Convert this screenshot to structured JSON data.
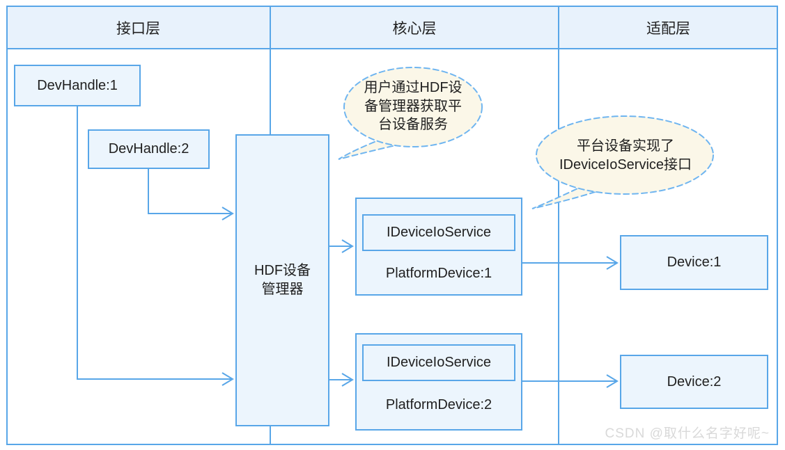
{
  "headers": [
    {
      "label": "接口层"
    },
    {
      "label": "核心层"
    },
    {
      "label": "适配层"
    }
  ],
  "boxes": {
    "dev_handle_1": "DevHandle:1",
    "dev_handle_2": "DevHandle:2",
    "hdf_manager": {
      "line1": "HDF设备",
      "line2": "管理器"
    },
    "platform_device_1": {
      "interface": "IDeviceIoService",
      "label": "PlatformDevice:1"
    },
    "platform_device_2": {
      "interface": "IDeviceIoService",
      "label": "PlatformDevice:2"
    },
    "device_1": "Device:1",
    "device_2": "Device:2"
  },
  "callouts": {
    "callout_1": {
      "lines": [
        "用户通过HDF设",
        "备管理器获取平",
        "台设备服务"
      ]
    },
    "callout_2": {
      "lines": [
        "平台设备实现了",
        "IDeviceIoService接口"
      ]
    }
  },
  "watermark": "CSDN @取什么名字好呢~",
  "colors": {
    "border": "#58a6e8",
    "box_fill": "#ecf5fd",
    "header_fill": "#e8f2fc",
    "bubble_fill": "#fbf7e8",
    "bubble_border": "#6fb5f0",
    "text": "#1f1f1f",
    "watermark_color": "#d9d9d9"
  }
}
